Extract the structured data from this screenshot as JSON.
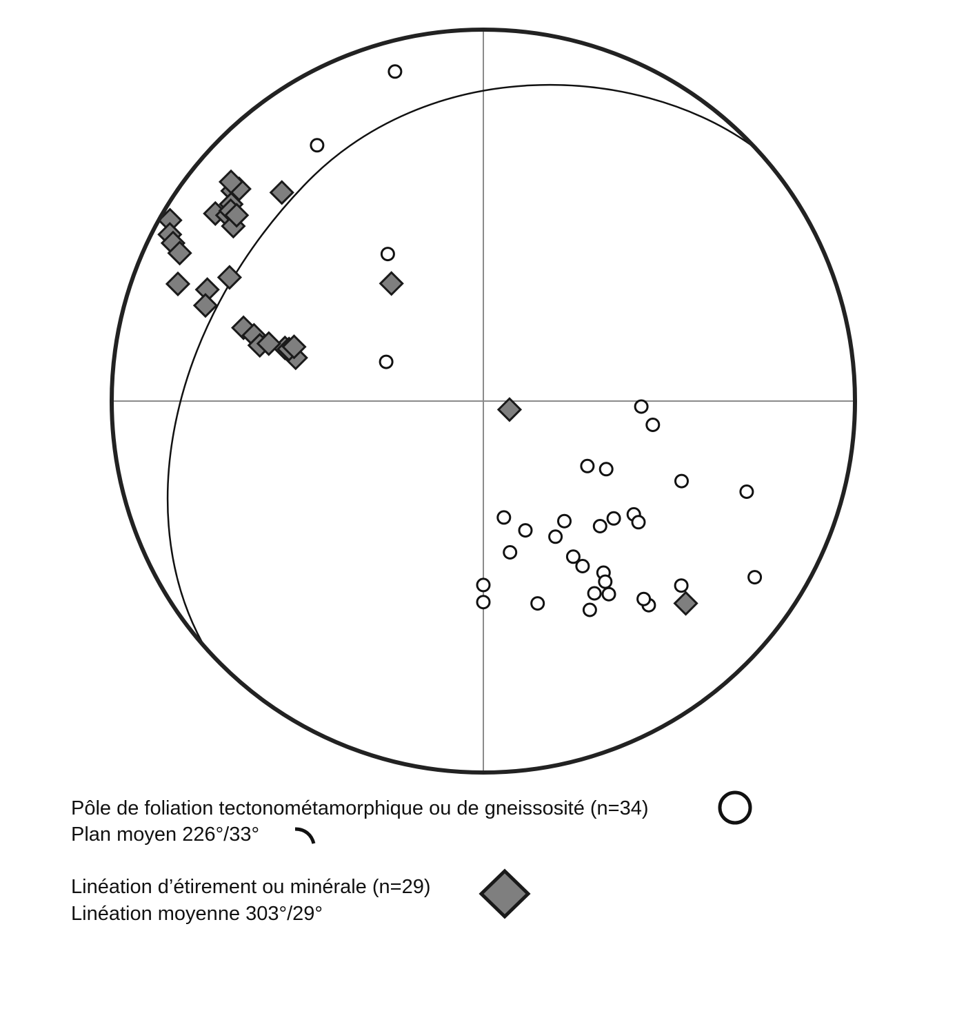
{
  "legend": {
    "poles_label": "Pôle de foliation tectonométamorphique ou de gneissosité (n=34)",
    "mean_plane_label": "Plan moyen 226°/33°",
    "lineation_label": "Linéation d’étirement ou minérale (n=29)",
    "mean_lineation_label": "Linéation moyenne 303°/29°"
  },
  "colors": {
    "frame": "#222222",
    "crosshair": "#8a8a8a",
    "great_circle": "#111111",
    "pole_stroke": "#111111",
    "pole_fill": "#ffffff",
    "lineation_fill": "#7f7f7f",
    "lineation_stroke": "#1a1a1a"
  },
  "chart_data": {
    "type": "scatter",
    "projection": "stereonet (equal-area, lower hemisphere)",
    "mean_plane": {
      "dip_direction": 226,
      "dip": 33
    },
    "mean_lineation": {
      "trend": 303,
      "plunge": 29
    },
    "series": [
      {
        "kind": "pole",
        "points": [
          {
            "trend": 345,
            "plunge": 9
          },
          {
            "trend": 327,
            "plunge": 19
          },
          {
            "trend": 327,
            "plunge": 51
          },
          {
            "trend": 292,
            "plunge": 67
          },
          {
            "trend": 112,
            "plunge": 42
          },
          {
            "trend": 109,
            "plunge": 26
          },
          {
            "trend": 98,
            "plunge": 52
          },
          {
            "trend": 92,
            "plunge": 55
          },
          {
            "trend": 119,
            "plunge": 59
          },
          {
            "trend": 122,
            "plunge": 63
          },
          {
            "trend": 146,
            "plunge": 58
          },
          {
            "trend": 132,
            "plunge": 51
          },
          {
            "trend": 137,
            "plunge": 52
          },
          {
            "trend": 127,
            "plunge": 48
          },
          {
            "trend": 128,
            "plunge": 46
          },
          {
            "trend": 170,
            "plunge": 64
          },
          {
            "trend": 170,
            "plunge": 56
          },
          {
            "trend": 162,
            "plunge": 60
          },
          {
            "trend": 152,
            "plunge": 56
          },
          {
            "trend": 150,
            "plunge": 50
          },
          {
            "trend": 149,
            "plunge": 47
          },
          {
            "trend": 145,
            "plunge": 43
          },
          {
            "trend": 146,
            "plunge": 41
          },
          {
            "trend": 150,
            "plunge": 40
          },
          {
            "trend": 147,
            "plunge": 38
          },
          {
            "trend": 153,
            "plunge": 37
          },
          {
            "trend": 141,
            "plunge": 30
          },
          {
            "trend": 180,
            "plunge": 49
          },
          {
            "trend": 180,
            "plunge": 45
          },
          {
            "trend": 165,
            "plunge": 43
          },
          {
            "trend": 141,
            "plunge": 32
          },
          {
            "trend": 133,
            "plunge": 28
          },
          {
            "trend": 123,
            "plunge": 14
          }
        ]
      },
      {
        "kind": "lineation",
        "points": [
          {
            "trend": 316,
            "plunge": 23
          },
          {
            "trend": 322,
            "plunge": 57
          },
          {
            "trend": 310,
            "plunge": 13
          },
          {
            "trend": 311,
            "plunge": 14
          },
          {
            "trend": 308,
            "plunge": 15
          },
          {
            "trend": 311,
            "plunge": 11
          },
          {
            "trend": 305,
            "plunge": 13
          },
          {
            "trend": 306,
            "plunge": 16
          },
          {
            "trend": 307,
            "plunge": 16
          },
          {
            "trend": 305,
            "plunge": 19
          },
          {
            "trend": 307,
            "plunge": 18
          },
          {
            "trend": 300,
            "plunge": 3
          },
          {
            "trend": 298,
            "plunge": 5
          },
          {
            "trend": 297,
            "plunge": 7
          },
          {
            "trend": 296,
            "plunge": 10
          },
          {
            "trend": 296,
            "plunge": 25
          },
          {
            "trend": 292,
            "plunge": 21
          },
          {
            "trend": 289,
            "plunge": 22
          },
          {
            "trend": 291,
            "plunge": 13
          },
          {
            "trend": 287,
            "plunge": 33
          },
          {
            "trend": 286,
            "plunge": 36
          },
          {
            "trend": 285,
            "plunge": 44
          },
          {
            "trend": 284,
            "plunge": 38
          },
          {
            "trend": 283,
            "plunge": 47
          },
          {
            "trend": 285,
            "plunge": 45
          },
          {
            "trend": 286,
            "plunge": 46
          },
          {
            "trend": 285,
            "plunge": 40
          },
          {
            "trend": 108,
            "plunge": 84
          },
          {
            "trend": 135,
            "plunge": 24
          }
        ]
      }
    ]
  }
}
